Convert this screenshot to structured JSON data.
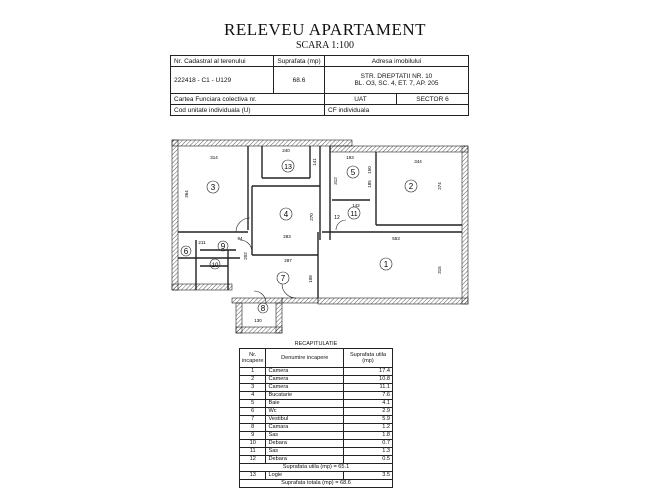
{
  "title": "RELEVEU APARTAMENT",
  "scale": "SCARA 1:100",
  "header": {
    "nr_cadastral_label": "Nr. Cadastral al terenului",
    "suprafata_label": "Suprafata (mp)",
    "adresa_label": "Adresa imobilului",
    "nr_cadastral": "222418 - C1 - U129",
    "suprafata": "68.6",
    "adresa_line1": "STR. DREPTATII NR. 10",
    "adresa_line2": "BL. O3, SC. 4, ET. 7, AP. 205",
    "carte_funciara_label": "Cartea Funciara colectiva nr.",
    "uat_label": "UAT",
    "sector": "SECTOR 6",
    "cod_unitate_label": "Cod unitate individuala (U)",
    "cf_label": "CF individuala"
  },
  "plan": {
    "rooms": [
      {
        "num": "1",
        "dim": "553"
      },
      {
        "num": "2",
        "dim": "344"
      },
      {
        "num": "3",
        "dim": "314"
      },
      {
        "num": "4",
        "dim": "283"
      },
      {
        "num": "5",
        "dim": "193"
      },
      {
        "num": "6"
      },
      {
        "num": "7",
        "dim": "287"
      },
      {
        "num": "8",
        "dim": "130"
      },
      {
        "num": "9",
        "dim": "94"
      },
      {
        "num": "10"
      },
      {
        "num": "11",
        "dim": "142"
      },
      {
        "num": "12",
        "dim": "211"
      },
      {
        "num": "13",
        "dim": "240"
      }
    ],
    "dims": {
      "d364": "364",
      "d274": "274",
      "d315": "315",
      "d270": "270",
      "d312": "312",
      "d202": "202",
      "d108": "108",
      "d150": "150",
      "d185": "185",
      "d141": "141"
    }
  },
  "recap": {
    "title": "RECAPITULATIE",
    "col_nr": "Nr. incapere",
    "col_den": "Denumire incapere",
    "col_sup": "Suprafata utila (mp)",
    "rows": [
      {
        "nr": "1",
        "den": "Camera",
        "sup": "17.4"
      },
      {
        "nr": "2",
        "den": "Camera",
        "sup": "10.8"
      },
      {
        "nr": "3",
        "den": "Camera",
        "sup": "11.1"
      },
      {
        "nr": "4",
        "den": "Bucatarie",
        "sup": "7.6"
      },
      {
        "nr": "5",
        "den": "Baie",
        "sup": "4.1"
      },
      {
        "nr": "6",
        "den": "Wc",
        "sup": "2.9"
      },
      {
        "nr": "7",
        "den": "Vestibul",
        "sup": "5.9"
      },
      {
        "nr": "8",
        "den": "Camara",
        "sup": "1.2"
      },
      {
        "nr": "9",
        "den": "Sas",
        "sup": "1.8"
      },
      {
        "nr": "10",
        "den": "Debara",
        "sup": "0.7"
      },
      {
        "nr": "11",
        "den": "Sas",
        "sup": "1.3"
      },
      {
        "nr": "12",
        "den": "Debara",
        "sup": "0.5"
      }
    ],
    "util_total": "Suprafata utila (mp) = 65.1",
    "row13": {
      "nr": "13",
      "den": "Logie",
      "sup": "3.5"
    },
    "total": "Suprafata totala (mp) = 68.6"
  }
}
